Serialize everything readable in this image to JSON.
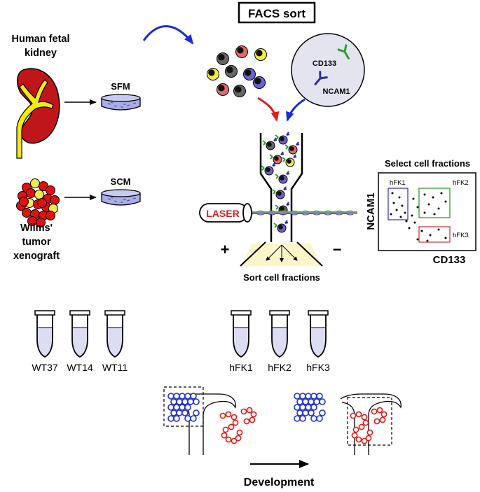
{
  "labels": {
    "facs_sort": "FACS sort",
    "human_fetal_kidney_line1": "Human fetal",
    "human_fetal_kidney_line2": "kidney",
    "sfm": "SFM",
    "scm": "SCM",
    "wilms_line1": "Wilms'",
    "wilms_line2": "tumor",
    "wilms_line3": "xenograft",
    "cd133_marker": "CD133",
    "ncam1_marker": "NCAM1",
    "laser": "LASER",
    "plus": "+",
    "minus": "−",
    "sort_cell_fractions": "Sort cell fractions",
    "select_cell_fractions": "Select cell fractions",
    "development": "Development"
  },
  "plot": {
    "y_axis": "NCAM1",
    "x_axis": "CD133",
    "gates": [
      {
        "name": "hFK1",
        "color": "#3b3bc8"
      },
      {
        "name": "hFK2",
        "color": "#2f9e2f"
      },
      {
        "name": "hFK3",
        "color": "#d23a3a"
      }
    ]
  },
  "tubes": {
    "left": [
      "WT37",
      "WT14",
      "WT11"
    ],
    "right": [
      "hFK1",
      "hFK2",
      "hFK3"
    ]
  },
  "colors": {
    "arrow_blue": "#1b2bd6",
    "arrow_red": "#e21b1b",
    "kidney": "#c0161b",
    "ureter": "#f4ea10",
    "cell_gray": "#666666",
    "cell_red": "#e26a6a",
    "cell_yellow": "#f2ea4a",
    "cell_blue": "#6a62d6",
    "tube_fill": "#dcdcf2",
    "dish_fill": "#aaaee6",
    "beam_glow": "#fbf6c8",
    "structure_blue": "#1f2de0",
    "structure_red": "#e01a1a"
  }
}
